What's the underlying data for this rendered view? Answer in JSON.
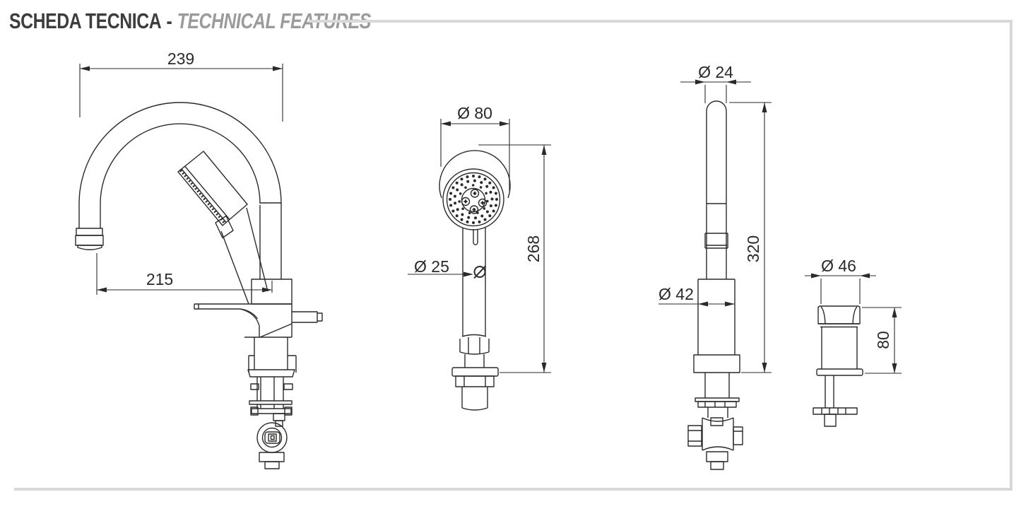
{
  "header": {
    "title_primary": "SCHEDA TECNICA",
    "separator": "-",
    "title_secondary": "TECHNICAL FEATURES"
  },
  "colors": {
    "ink": "#2b2a29",
    "title_primary_color": "#3d3d3d",
    "title_secondary_color": "#9b9b9b",
    "frame": "#d8d8d8",
    "background": "#ffffff"
  },
  "sheet": {
    "drawings": {
      "mixer_side": {
        "dim_overall_width": "239",
        "dim_spout_reach": "215"
      },
      "handshower_front": {
        "dim_head_diameter": "Ø 80",
        "dim_handle_diameter": "Ø 25",
        "dim_height": "268"
      },
      "column_side": {
        "dim_tube_diameter": "Ø 24",
        "dim_body_diameter": "Ø 42",
        "dim_height": "320"
      },
      "handle_side": {
        "dim_diameter": "Ø 46",
        "dim_height": "80"
      }
    }
  }
}
